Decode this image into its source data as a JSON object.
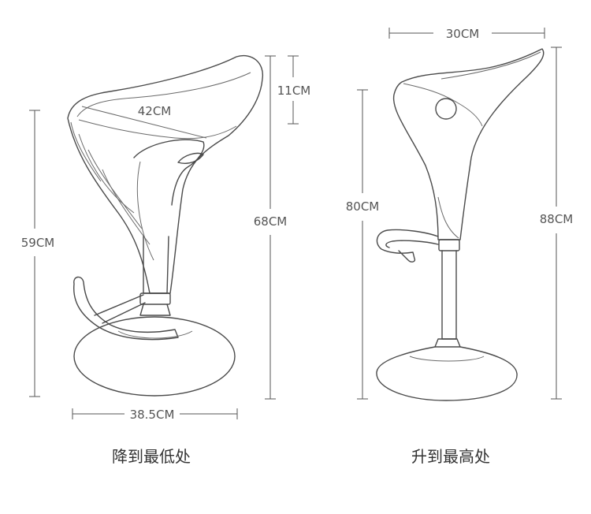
{
  "left_stool": {
    "dims": {
      "seat_width": "42CM",
      "seat_depth": "11CM",
      "seat_height": "59CM",
      "total_height": "68CM",
      "base_width": "38.5CM"
    },
    "caption": "降到最低处"
  },
  "right_stool": {
    "dims": {
      "seat_width": "30CM",
      "seat_height": "80CM",
      "total_height": "88CM"
    },
    "caption": "升到最高处"
  }
}
